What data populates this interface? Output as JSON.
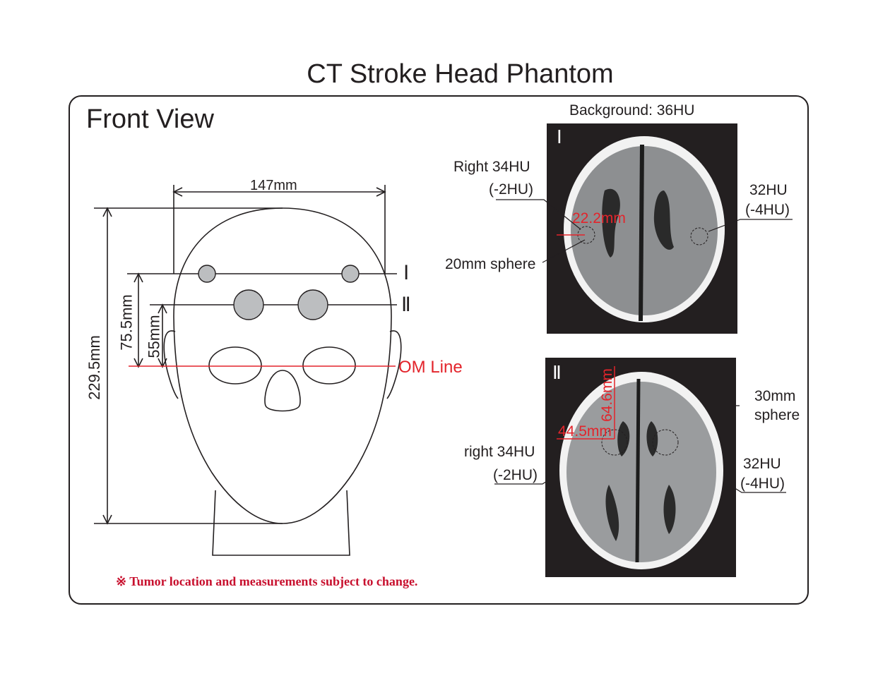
{
  "title": "CT Stroke Head Phantom",
  "front_view": {
    "heading": "Front View",
    "width_dim": "147mm",
    "height_dim": "229.5mm",
    "dim_75": "75.5mm",
    "dim_55": "55mm",
    "level_1": "Ⅰ",
    "level_2": "Ⅱ",
    "om_line": "OM Line",
    "note": "※ Tumor location and measurements subject to change."
  },
  "ct_panel": {
    "background": "Background: 36HU",
    "slice_1": {
      "marker": "Ⅰ",
      "right_label": "Right 34HU",
      "right_delta": "(-2HU)",
      "left_label": "32HU",
      "left_delta": "(-4HU)",
      "sphere_label": "20mm sphere",
      "distance": "22.2mm"
    },
    "slice_2": {
      "marker": "Ⅱ",
      "right_label": "right 34HU",
      "right_delta": "(-2HU)",
      "left_label": "32HU",
      "left_delta": "(-4HU)",
      "sphere_label_1": "30mm",
      "sphere_label_2": "sphere",
      "distance_h": "44.5mm",
      "distance_v": "64.6mm"
    }
  },
  "colors": {
    "line": "#231f20",
    "accent_red": "#e3242b",
    "sphere_fill": "#bcbec0",
    "ct_bg": "#231f20"
  }
}
